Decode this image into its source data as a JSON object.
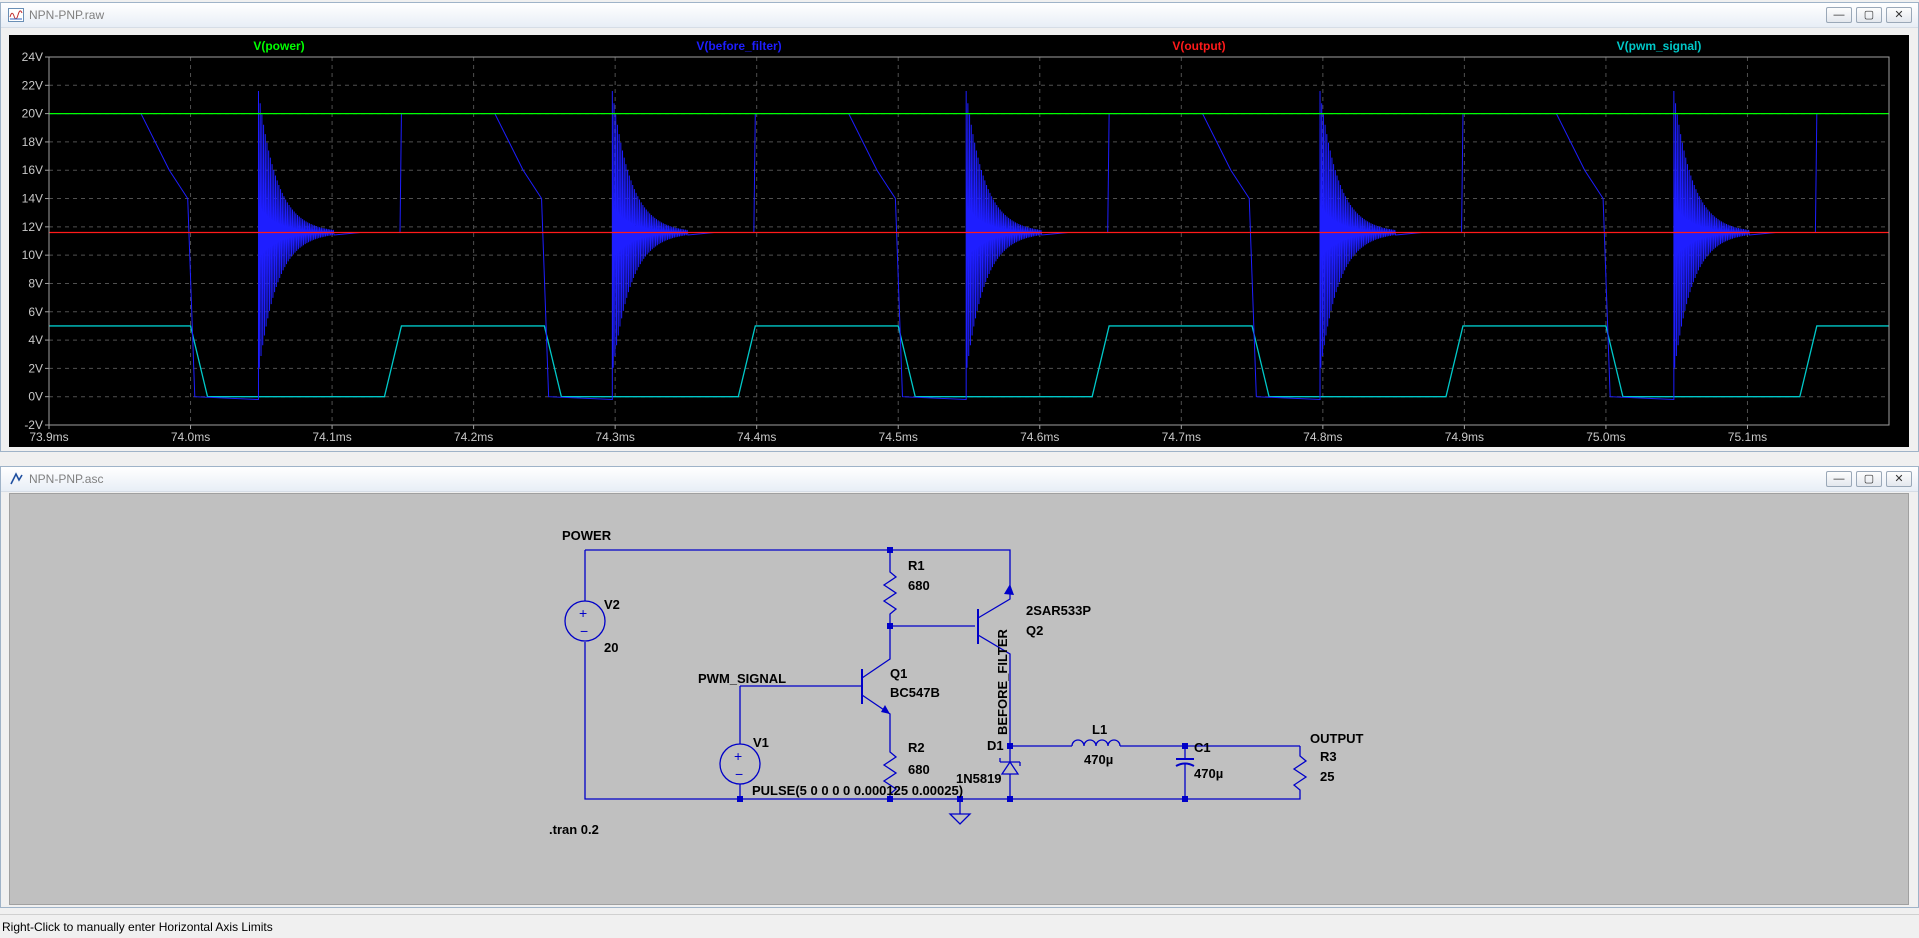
{
  "waveform_window": {
    "title": "NPN-PNP.raw",
    "buttons": [
      "—",
      "▢",
      "✕"
    ]
  },
  "schematic_window": {
    "title": "NPN-PNP.asc",
    "buttons": [
      "—",
      "▢",
      "✕"
    ]
  },
  "status_bar": "Right-Click to manually enter Horizontal Axis Limits",
  "chart_data": {
    "type": "line",
    "xlabel": "",
    "ylabel": "",
    "xlim": [
      73.9,
      75.2
    ],
    "ylim": [
      -2,
      24
    ],
    "grid": true,
    "background": "#000000",
    "y_ticks": [
      "-2V",
      "0V",
      "2V",
      "4V",
      "6V",
      "8V",
      "10V",
      "12V",
      "14V",
      "16V",
      "18V",
      "20V",
      "22V",
      "24V"
    ],
    "x_ticks": [
      "73.9ms",
      "74.0ms",
      "74.1ms",
      "74.2ms",
      "74.3ms",
      "74.4ms",
      "74.5ms",
      "74.6ms",
      "74.7ms",
      "74.8ms",
      "74.9ms",
      "75.0ms",
      "75.1ms"
    ],
    "series": [
      {
        "name": "V(power)",
        "color": "#00ff00",
        "description": "constant 20V"
      },
      {
        "name": "V(before_filter)",
        "color": "#1e1eff",
        "description": "switching ~0V to 20V with ringing bursts up to ~21.5V near 74.05, 74.30, 74.55, 74.80, 75.05 ms"
      },
      {
        "name": "V(output)",
        "color": "#ff1a1a",
        "description": "approximately 11.6V"
      },
      {
        "name": "V(pwm_signal)",
        "color": "#00c8c8",
        "description": "PWM 0V to 5V, period 0.25ms"
      }
    ],
    "period_ms": 0.25,
    "pulse_high_start_offsets_ms": [
      73.9,
      74.147,
      74.397,
      74.647,
      74.897,
      75.147
    ]
  },
  "schematic": {
    "labels": {
      "power": "POWER",
      "pwm_signal": "PWM_SIGNAL",
      "before_filter": "BEFORE_FILTER",
      "output": "OUTPUT",
      "tran": ".tran 0.2",
      "pulse": "PULSE(5 0 0 0 0 0.000125 0.00025)"
    },
    "components": {
      "V2": {
        "name": "V2",
        "value": "20"
      },
      "V1": {
        "name": "V1"
      },
      "R1": {
        "name": "R1",
        "value": "680"
      },
      "R2": {
        "name": "R2",
        "value": "680"
      },
      "R3": {
        "name": "R3",
        "value": "25"
      },
      "Q1": {
        "name": "Q1",
        "model": "BC547B"
      },
      "Q2": {
        "name": "Q2",
        "model": "2SAR533P"
      },
      "D1": {
        "name": "D1",
        "model": "1N5819"
      },
      "L1": {
        "name": "L1",
        "value": "470µ"
      },
      "C1": {
        "name": "C1",
        "value": "470µ"
      }
    }
  }
}
